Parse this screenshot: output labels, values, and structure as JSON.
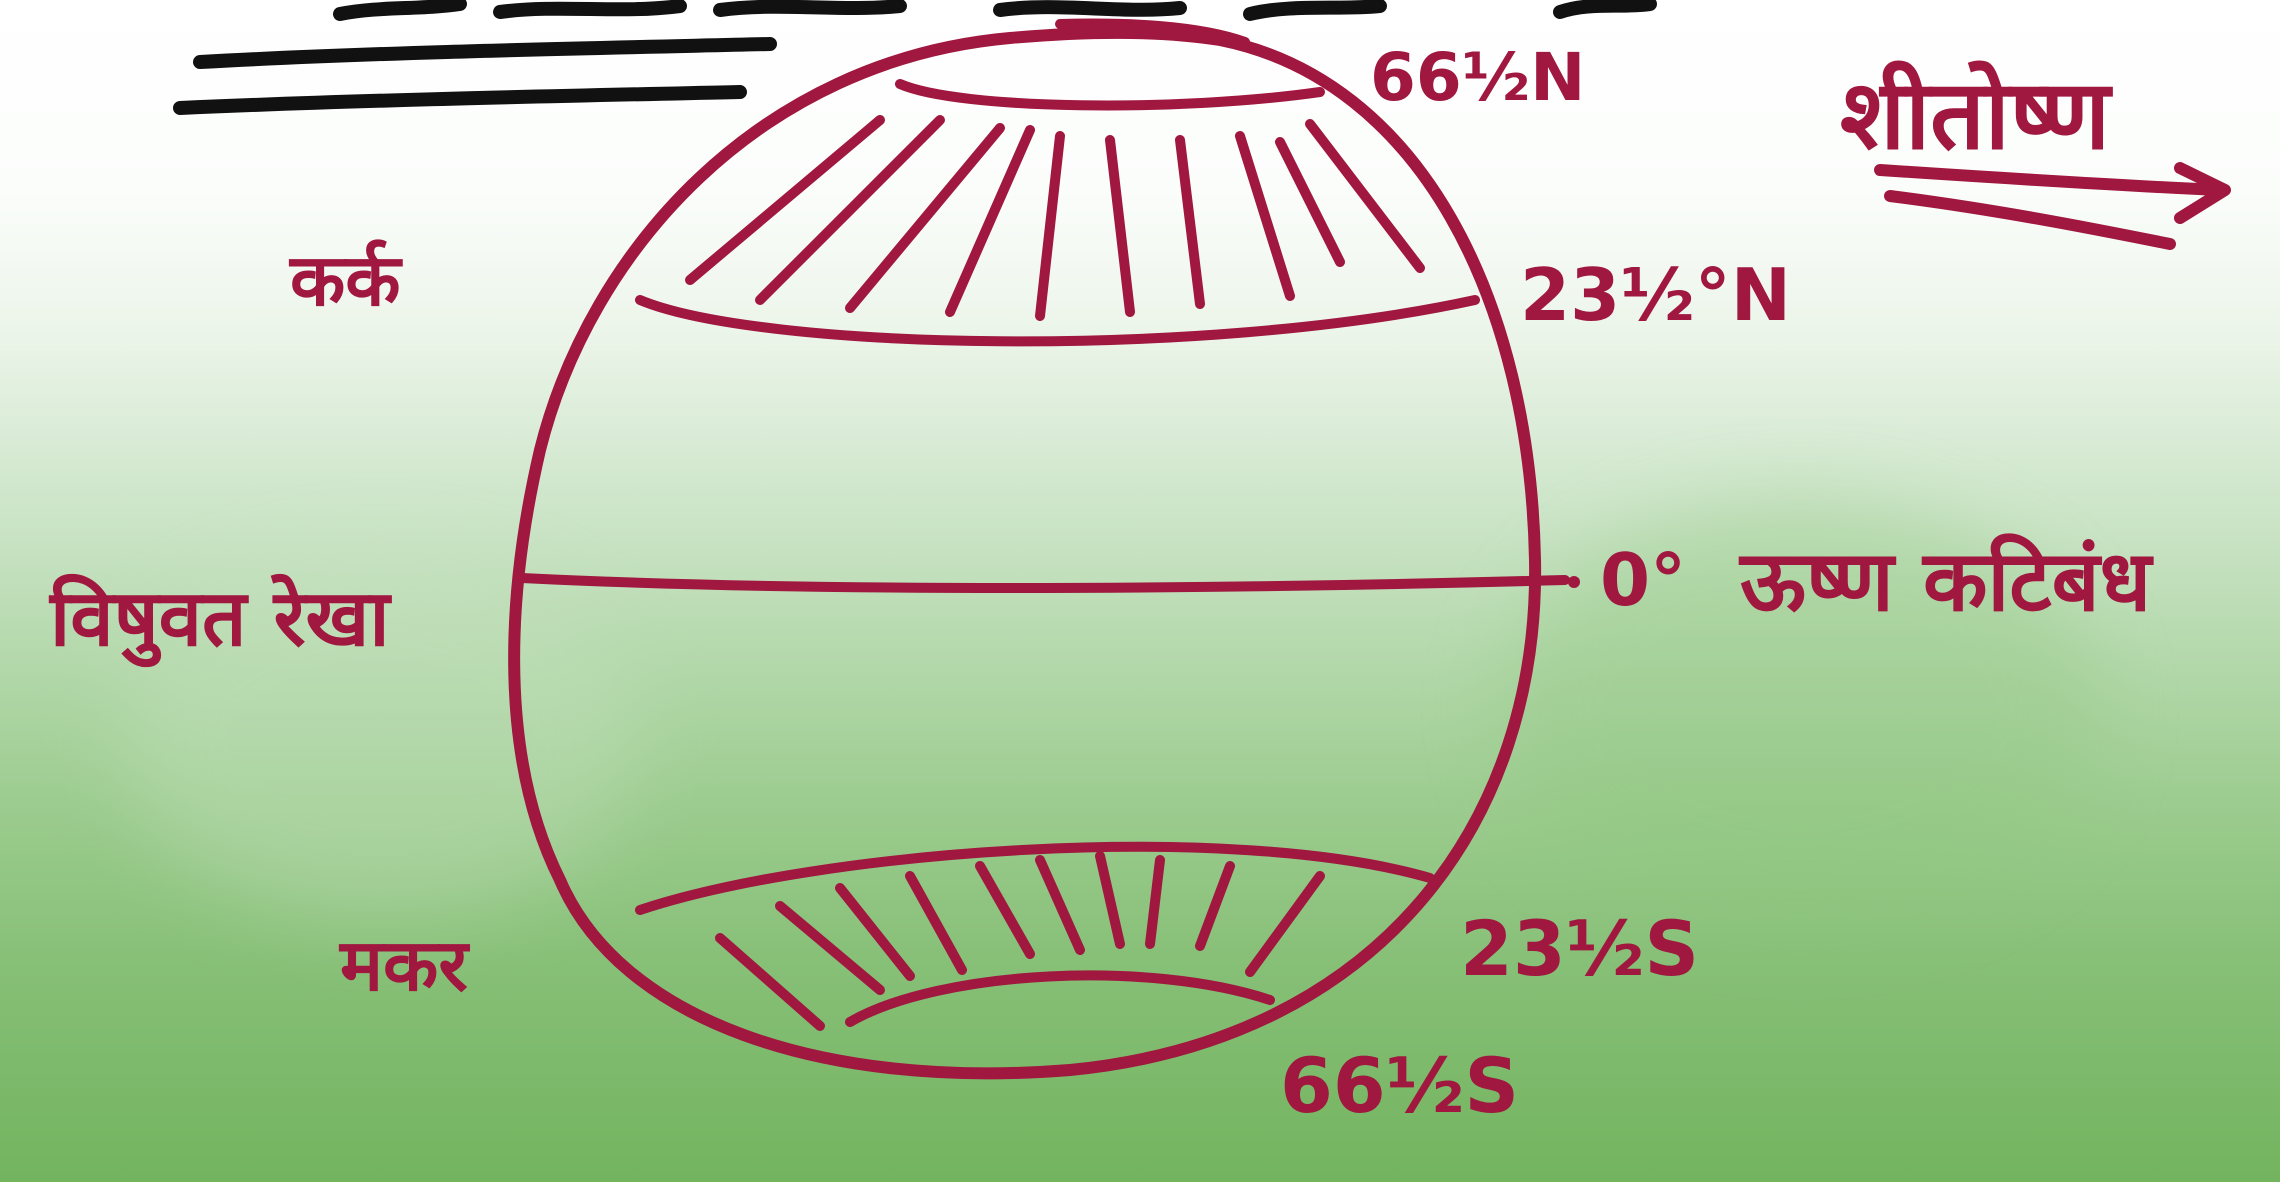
{
  "diagram": {
    "labels": {
      "cancer": "कर्क",
      "equator": "विषुवत रेखा",
      "capricorn": "मकर",
      "lat_66n": "66½N",
      "lat_23n": "23½°N",
      "lat_0": "0°",
      "lat_0_text": "ऊष्ण कटिबंध",
      "lat_23s": "23½S",
      "lat_66s": "66½S",
      "zone_temperate": "शीतोष्ण"
    },
    "colors": {
      "ink": "#a0173f",
      "background_top": "#ffffff",
      "background_bottom": "#73b45f"
    }
  }
}
